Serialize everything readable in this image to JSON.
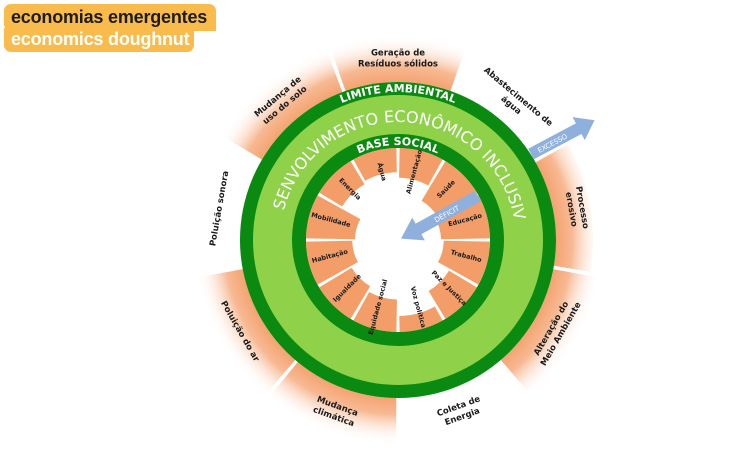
{
  "badge": {
    "line1": "economias emergentes",
    "line2": "economics doughnut"
  },
  "doughnut": {
    "outer_ring_label": "LIMITE AMBIENTAL",
    "middle_ring_label": "DESENVOLVIMENTO ECONÔMICO INCLUSIVO",
    "inner_ring_label": "BASE SOCIAL",
    "excess_arrow_label": "EXCESSO",
    "deficit_arrow_label": "DÉFICIT",
    "environmental_ceiling": [
      {
        "lines": [
          "Geração de",
          "Resíduos sólidos"
        ],
        "overshoot": true
      },
      {
        "lines": [
          "Abastecimento de",
          "água"
        ],
        "overshoot": false
      },
      {
        "lines": [
          "Processo",
          "erosivo"
        ],
        "overshoot": true
      },
      {
        "lines": [
          "Alteração do",
          "Meio Ambiente"
        ],
        "overshoot": true
      },
      {
        "lines": [
          "Coleta de",
          "Energia"
        ],
        "overshoot": false
      },
      {
        "lines": [
          "Mudança",
          "climática"
        ],
        "overshoot": true
      },
      {
        "lines": [
          "Poluição do ar"
        ],
        "overshoot": true
      },
      {
        "lines": [
          "Poluição sonora"
        ],
        "overshoot": false
      },
      {
        "lines": [
          "Mudança de",
          "uso do solo"
        ],
        "overshoot": true
      }
    ],
    "social_foundation": [
      {
        "label": "Alimentação",
        "shortfall": 0.25
      },
      {
        "label": "Saúde",
        "shortfall": 0.55
      },
      {
        "label": "Educação",
        "shortfall": 0.6
      },
      {
        "label": "Trabalho",
        "shortfall": 0.55
      },
      {
        "label": "Paz e Justiça",
        "shortfall": 0.3
      },
      {
        "label": "Voz política",
        "shortfall": 0.0
      },
      {
        "label": "Equidade social",
        "shortfall": 0.3
      },
      {
        "label": "Igualdade",
        "shortfall": 0.4
      },
      {
        "label": "Habitação",
        "shortfall": 0.55
      },
      {
        "label": "Mobilidade",
        "shortfall": 0.6
      },
      {
        "label": "Energia",
        "shortfall": 0.2
      },
      {
        "label": "Água",
        "shortfall": 0.15
      }
    ]
  },
  "colors": {
    "badge": "#f9bb4c",
    "dark_green": "#0a8a10",
    "light_green": "#8fd24a",
    "orange": "#f2965c",
    "arrow_blue": "#8fb0dd"
  }
}
